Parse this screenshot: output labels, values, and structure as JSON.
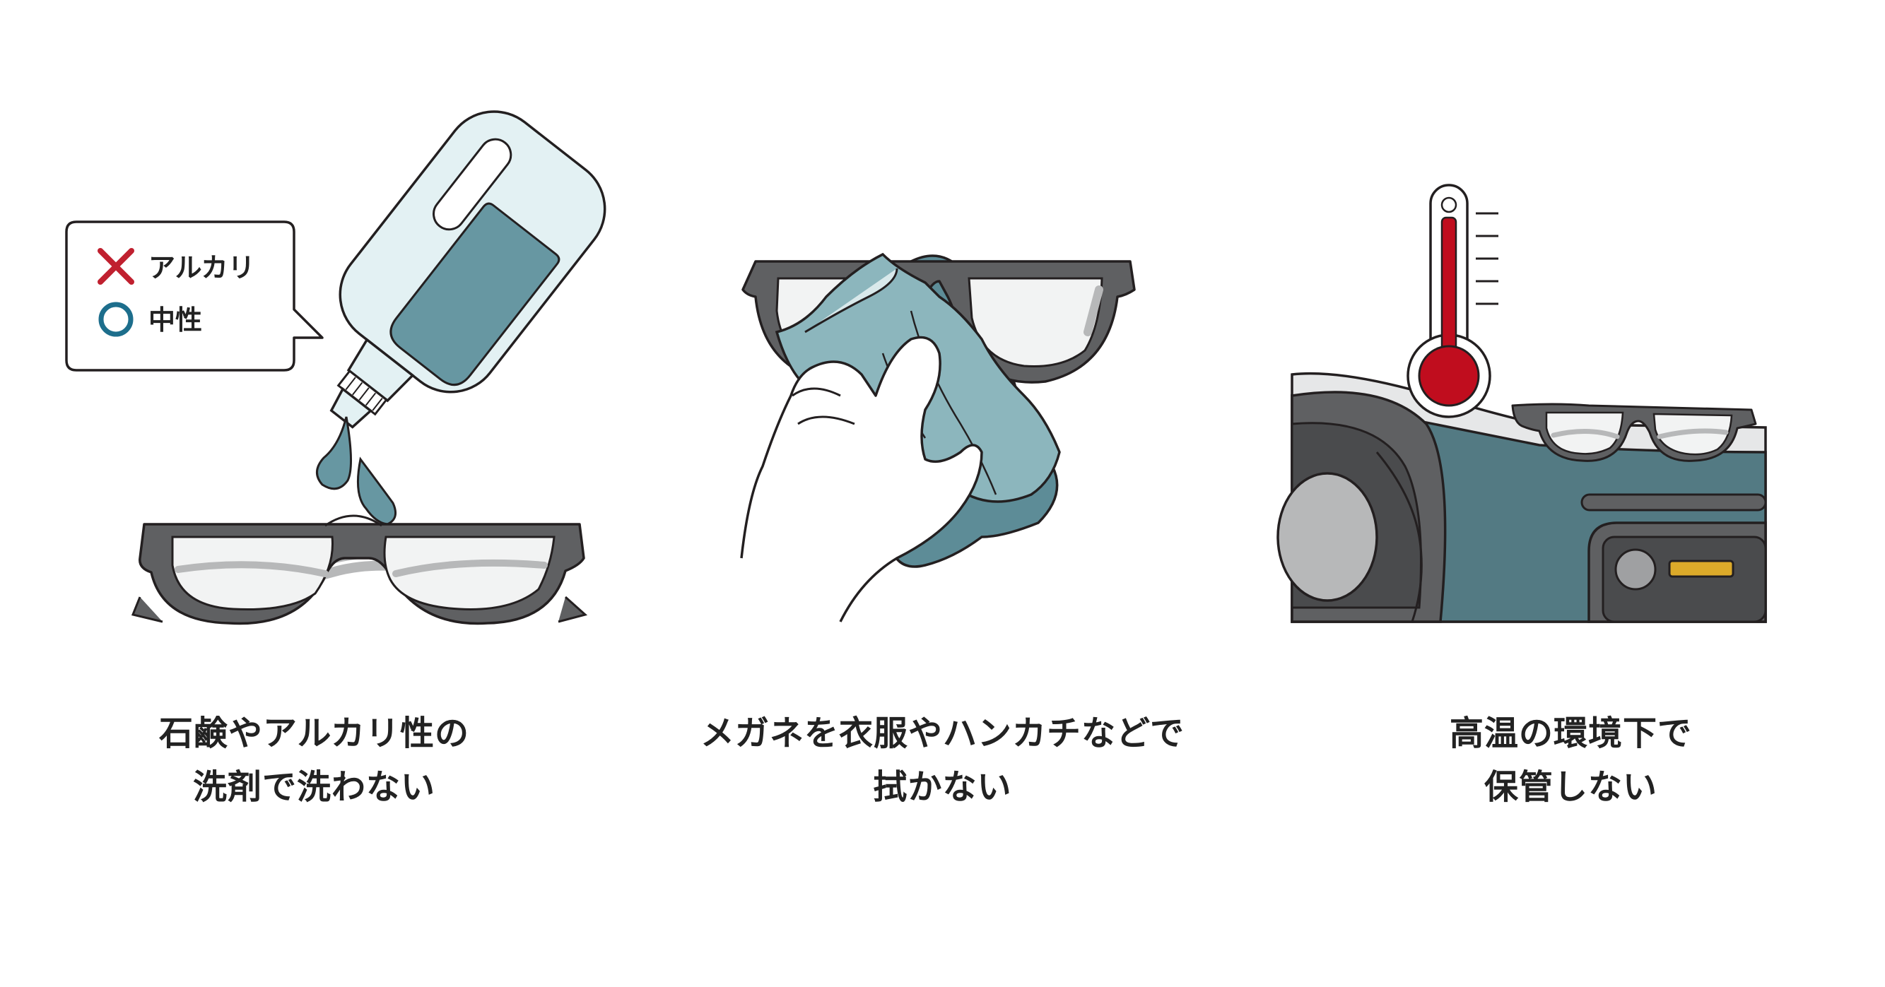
{
  "colors": {
    "outline": "#231f20",
    "frame": "#5f6062",
    "lens": "#f2f3f3",
    "temple": "#b7b8b9",
    "liquid": "#6797a2",
    "bottle": "#e3f1f3",
    "cloth_dark": "#5d8c97",
    "cloth_light": "#8cb6bd",
    "cross": "#c0202f",
    "circle": "#1d6e8c",
    "thermo_red": "#c00d1e",
    "dashboard": "#537a83",
    "vent": "#dcaa2a"
  },
  "panels": [
    {
      "icons": [
        "detergent-bottle-icon",
        "water-drop-icon",
        "glasses-icon",
        "speech-bubble-icon"
      ],
      "bubble": {
        "items": [
          {
            "mark": "cross-icon",
            "label": "アルカリ"
          },
          {
            "mark": "circle-icon",
            "label": "中性"
          }
        ]
      },
      "caption": [
        "石鹸やアルカリ性の",
        "洗剤で洗わない"
      ]
    },
    {
      "icons": [
        "hand-icon",
        "cloth-icon",
        "glasses-icon"
      ],
      "caption": [
        "メガネを衣服やハンカチなどで",
        "拭かない"
      ]
    },
    {
      "icons": [
        "thermometer-icon",
        "car-dashboard-icon",
        "glasses-icon"
      ],
      "caption": [
        "高温の環境下で",
        "保管しない"
      ]
    }
  ]
}
